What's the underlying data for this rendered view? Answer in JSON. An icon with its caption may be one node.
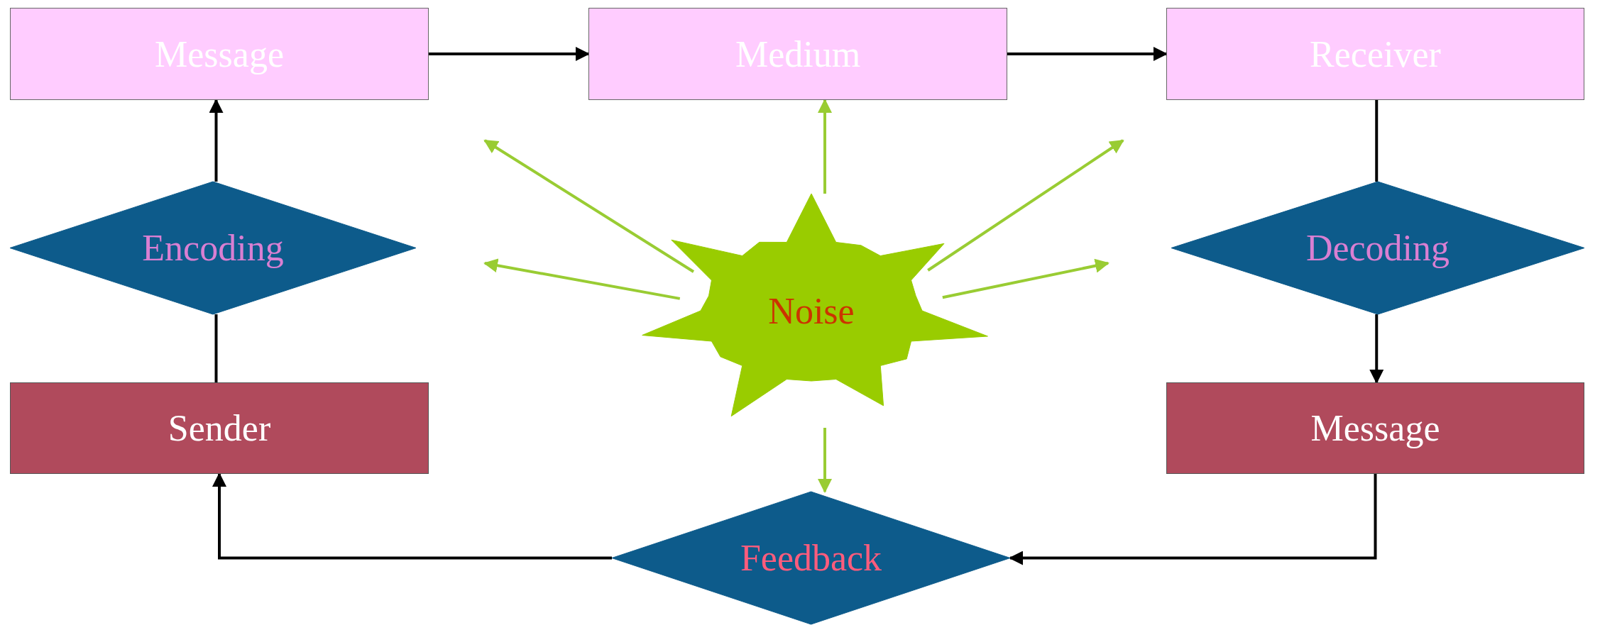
{
  "diagram": {
    "nodes": [
      {
        "text": [
          "Message"
        ]
      },
      {
        "text": [
          "Medium"
        ]
      },
      {
        "text": [
          "Receiver"
        ]
      },
      {
        "text": [
          "Encoding"
        ]
      },
      {
        "text": [
          "Noise"
        ]
      },
      {
        "text": [
          "Decoding"
        ]
      },
      {
        "text": [
          "Sender"
        ]
      },
      {
        "text": [
          "Message"
        ]
      },
      {
        "text": [
          "Feedback"
        ]
      }
    ],
    "edges": [
      {
        "from": 0,
        "to": 1,
        "arrow": "to"
      },
      {
        "from": 1,
        "to": 2,
        "arrow": "to"
      },
      {
        "from": 3,
        "to": 0,
        "arrow": "to"
      },
      {
        "from": 6,
        "to": 3,
        "arrow": "none"
      },
      {
        "from": 2,
        "to": 5,
        "arrow": "none"
      },
      {
        "from": 5,
        "to": 7,
        "arrow": "to"
      },
      {
        "from": 7,
        "to": 8,
        "arrow": "to"
      },
      {
        "from": 8,
        "to": 6,
        "arrow": "to"
      },
      {
        "from": 4,
        "to": null,
        "arrow": "to",
        "color": "#99cc33"
      },
      {
        "from": 4,
        "to": null,
        "arrow": "to",
        "color": "#99cc33"
      },
      {
        "from": 4,
        "to": null,
        "arrow": "to",
        "color": "#99cc33"
      },
      {
        "from": 4,
        "to": null,
        "arrow": "to",
        "color": "#99cc33"
      },
      {
        "from": 4,
        "to": 1,
        "arrow": "to",
        "color": "#99cc33"
      },
      {
        "from": 4,
        "to": 8,
        "arrow": "to",
        "color": "#99cc33"
      }
    ]
  }
}
